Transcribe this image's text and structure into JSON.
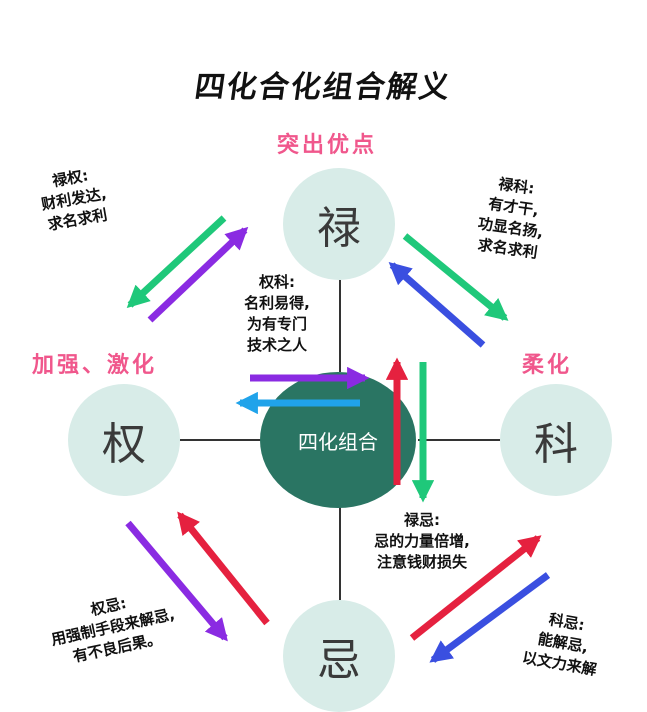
{
  "title": "四化合化组合解义",
  "labels": {
    "top": "突出优点",
    "left": "加强、激化",
    "right": "柔化"
  },
  "nodes": {
    "lu": "禄",
    "quan": "权",
    "ke": "科",
    "ji": "忌",
    "center": "四化组合"
  },
  "notes": {
    "lu_quan": [
      "禄权:",
      "财利发达,",
      "求名求利"
    ],
    "lu_ke": [
      "禄科:",
      "有才干,",
      "功显名扬,",
      "求名求利"
    ],
    "quan_ke": [
      "权科:",
      "名利易得,",
      "为有专门",
      "技术之人"
    ],
    "lu_ji": [
      "禄忌:",
      "忌的力量倍增,",
      "注意钱财损失"
    ],
    "quan_ji": [
      "权忌:",
      "用强制手段来解忌,",
      "有不良后果。"
    ],
    "ke_ji": [
      "科忌:",
      "能解忌,",
      "以文力来解"
    ]
  },
  "colors": {
    "green": "#1fc87a",
    "purple": "#8a2be2",
    "blue": "#3a4fe0",
    "red": "#e5213f",
    "cyan": "#20a3ea",
    "node_fill": "#d8ece8",
    "center_fill": "#2a7563",
    "pink": "#f0578c"
  }
}
